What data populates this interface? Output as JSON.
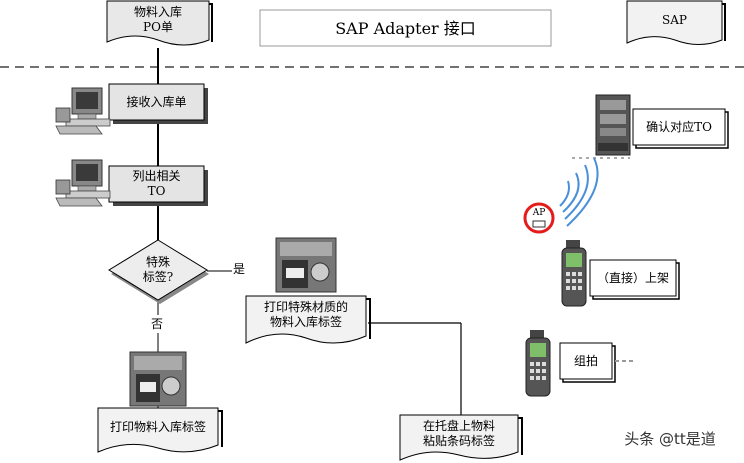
{
  "header": {
    "title": "SAP Adapter 接口",
    "source_doc": "物料入库\nPO单",
    "sap_doc": "SAP"
  },
  "steps": {
    "receive": "接收入库单",
    "list_to": "列出相关\nTO",
    "special_label": "特殊\n标签?",
    "yes": "是",
    "no": "否",
    "print_special": "打印特殊材质的\n物料入库标签",
    "print_normal": "打印物料入库标签",
    "pallet_label": "在托盘上物料\n粘贴条码标签",
    "confirm_to": "确认对应TO",
    "ap": "AP",
    "putaway": "（直接）上架",
    "build_pallet": "组拍"
  },
  "watermark": "头条 @tt是道",
  "colors": {
    "process_fill": "#e4e4e4",
    "document_fill": "#e8e8e8",
    "decision_fill": "#ededed",
    "ap_ring": "#e31c1c",
    "wifi": "#4a90d9"
  }
}
